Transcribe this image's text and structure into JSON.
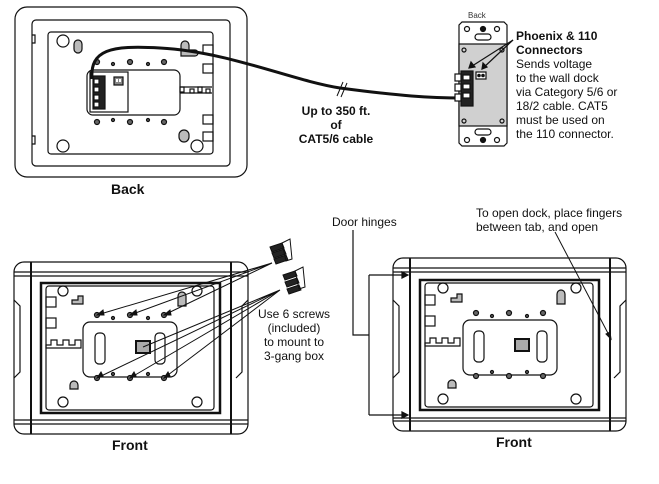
{
  "diagram": {
    "title": "Wall dock mounting and wiring diagram",
    "views": {
      "back": {
        "label": "Back"
      },
      "front_left": {
        "label": "Front"
      },
      "front_right": {
        "label": "Front"
      },
      "wall_plate": {
        "label": "Back"
      }
    },
    "annotations": {
      "cable_length": {
        "lines": [
          "Up to 350 ft.",
          "of",
          "CAT5/6 cable"
        ]
      },
      "connectors": {
        "title_lines": [
          "Phoenix & 110",
          "Connectors"
        ],
        "body_lines": [
          "Sends voltage",
          "to the wall dock",
          "via Category 5/6 or",
          "18/2 cable. CAT5",
          "must be used on",
          "the 110 connector."
        ]
      },
      "screws": {
        "lines": [
          "Use 6 screws",
          "(included)",
          "to mount to",
          "3-gang box"
        ]
      },
      "door_hinges": {
        "text": "Door hinges"
      },
      "open_dock": {
        "lines": [
          "To open dock, place fingers",
          "between tab, and open"
        ]
      }
    },
    "colors": {
      "line": "#111111",
      "panel_fill": "#d0d0d0",
      "background": "#ffffff"
    }
  }
}
